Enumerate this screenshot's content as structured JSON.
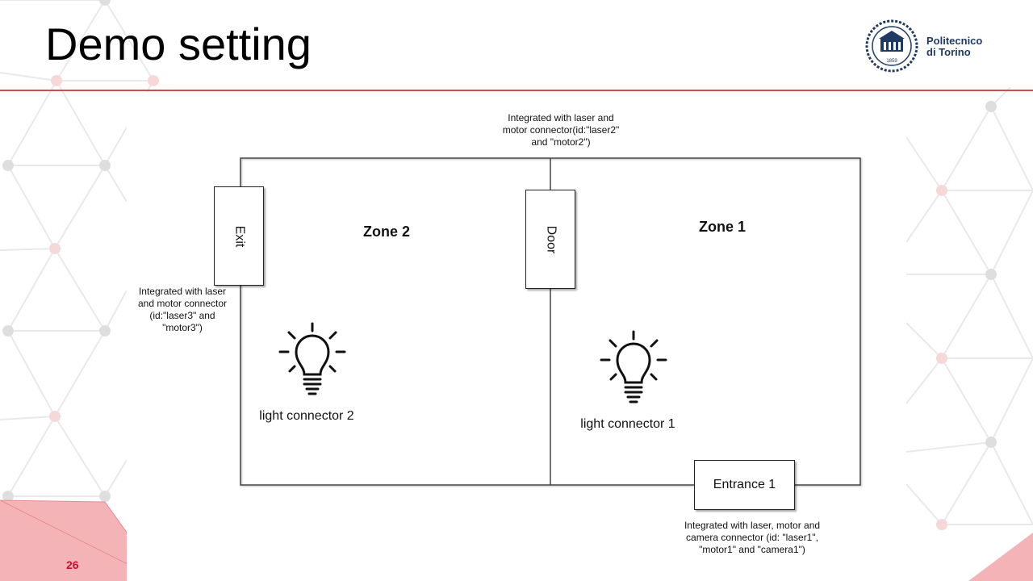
{
  "slide": {
    "title": "Demo setting",
    "page_number": "26"
  },
  "logo": {
    "line1": "Politecnico",
    "line2": "di Torino",
    "year": "1859"
  },
  "diagram": {
    "zones": [
      "Zone 2",
      "Zone 1"
    ],
    "openings": {
      "exit": "Exit",
      "door": "Door",
      "entrance": "Entrance 1"
    },
    "lights": [
      "light connector 2",
      "light connector 1"
    ],
    "notes": {
      "door_note": [
        "Integrated with laser and",
        "motor connector(id:\"laser2\"",
        "and \"motor2\")"
      ],
      "exit_note": [
        "Integrated with laser",
        "and motor connector",
        "(id:\"laser3\" and",
        "\"motor3\")"
      ],
      "entrance_note": [
        "Integrated with laser, motor and",
        "camera connector (id: \"laser1\",",
        "\"motor1\" and \"camera1\")"
      ]
    }
  },
  "colors": {
    "accent": "#d84a4f",
    "network": "#e6e6e6",
    "node": "#dedede",
    "node_pink": "#f6d8d8",
    "triangle": "#f4b3b6",
    "logo_blue": "#1f3a63"
  }
}
